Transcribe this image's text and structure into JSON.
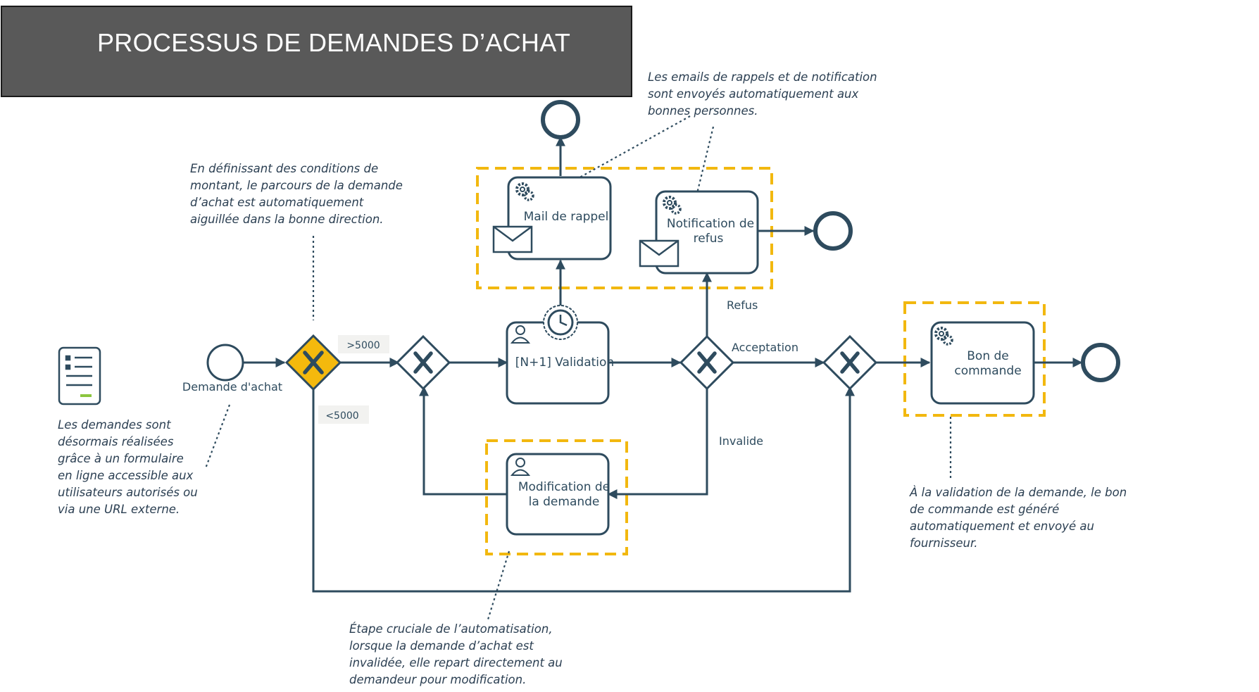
{
  "title": "PROCESSUS DE DEMANDES D’ACHAT",
  "nodes": {
    "start_label": "Demande d'achat",
    "mail_rappel": "Mail de rappel",
    "notif_line1": "Notification de",
    "notif_line2": "refus",
    "validation": "[N+1] Validation",
    "modif_line1": "Modification de",
    "modif_line2": "la demande",
    "bon_line1": "Bon de",
    "bon_line2": "commande"
  },
  "flows": {
    "gt5000": ">5000",
    "lt5000": "<5000",
    "refus": "Refus",
    "acceptation": "Acceptation",
    "invalide": "Invalide"
  },
  "annotations": {
    "form": "Les demandes sont\ndésormais réalisées\ngrâce à un formulaire\nen ligne accessible aux\nutilisateurs autorisés ou\nvia une URL externe.",
    "conditions": "En définissant des conditions de\nmontant, le parcours de la demande\nd’achat est automatiquement\naiguillée dans la bonne direction.",
    "emails": "Les emails de rappels et de notification\nsont envoyés automatiquement aux\nbonnes personnes.",
    "modification": "Étape cruciale de l’automatisation,\nlorsque la demande d’achat est\ninvalidée, elle repart directement au\ndemandeur pour modification.",
    "bon_commande": "À la validation de la demande, le bon\nde commande est généré\nautomatiquement et envoyé au\nfournisseur."
  },
  "colors": {
    "line": "#2e4b5e",
    "highlight": "#f2b80f",
    "title_bg": "#595959",
    "gateway_fill": "#f4b90d"
  }
}
